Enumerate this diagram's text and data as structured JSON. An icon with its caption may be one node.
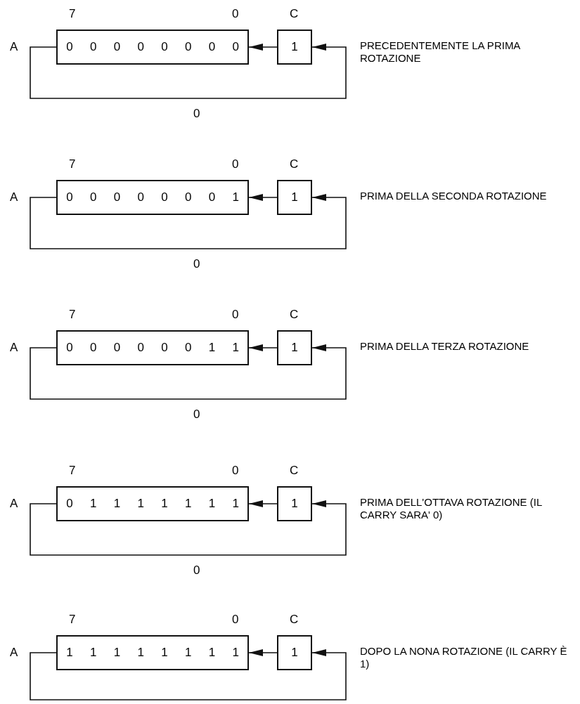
{
  "diagram": {
    "nodes": [
      {
        "text": [
          "0",
          "0",
          "0",
          "0",
          "0",
          "0",
          "0",
          "0"
        ],
        "beside": [
          "7",
          "0",
          "A"
        ]
      },
      {
        "text": [
          "1"
        ],
        "beside": [
          "C"
        ]
      },
      {
        "text": [
          "0",
          "0",
          "0",
          "0",
          "0",
          "0",
          "0",
          "1"
        ],
        "beside": [
          "7",
          "0",
          "A"
        ]
      },
      {
        "text": [
          "1"
        ],
        "beside": [
          "C"
        ]
      },
      {
        "text": [
          "0",
          "0",
          "0",
          "0",
          "0",
          "0",
          "1",
          "1"
        ],
        "beside": [
          "7",
          "0",
          "A"
        ]
      },
      {
        "text": [
          "1"
        ],
        "beside": [
          "C"
        ]
      },
      {
        "text": [
          "0",
          "1",
          "1",
          "1",
          "1",
          "1",
          "1",
          "1"
        ],
        "beside": [
          "7",
          "0",
          "A"
        ]
      },
      {
        "text": [
          "1"
        ],
        "beside": [
          "C"
        ]
      },
      {
        "text": [
          "1",
          "1",
          "1",
          "1",
          "1",
          "1",
          "1",
          "1"
        ],
        "beside": [
          "7",
          "0",
          "A"
        ]
      },
      {
        "text": [
          "1"
        ],
        "beside": [
          "C"
        ]
      }
    ],
    "edges": [
      {
        "from": 1,
        "to": 0,
        "arrow": "to"
      },
      {
        "from": 0,
        "to": 1,
        "arrow": "to"
      },
      {
        "from": 3,
        "to": 2,
        "arrow": "to"
      },
      {
        "from": 2,
        "to": 3,
        "arrow": "to"
      },
      {
        "from": 5,
        "to": 4,
        "arrow": "to"
      },
      {
        "from": 4,
        "to": 5,
        "arrow": "to"
      },
      {
        "from": 7,
        "to": 6,
        "arrow": "to"
      },
      {
        "from": 6,
        "to": 7,
        "arrow": "to"
      },
      {
        "from": 9,
        "to": 8,
        "arrow": "to"
      },
      {
        "from": 8,
        "to": 9,
        "arrow": "to"
      }
    ],
    "labels": [
      "PRECEDENTEMENTE LA PRIMA ROTAZIONE",
      "0",
      "PRIMA DELLA SECONDA ROTAZIONE",
      "0",
      "PRIMA DELLA TERZA ROTAZIONE",
      "0",
      "PRIMA DELL'OTTAVA ROTAZIONE (IL CARRY SARA' 0)",
      "0",
      "DOPO LA NONA ROTAZIONE (IL CARRY È 1)"
    ]
  }
}
